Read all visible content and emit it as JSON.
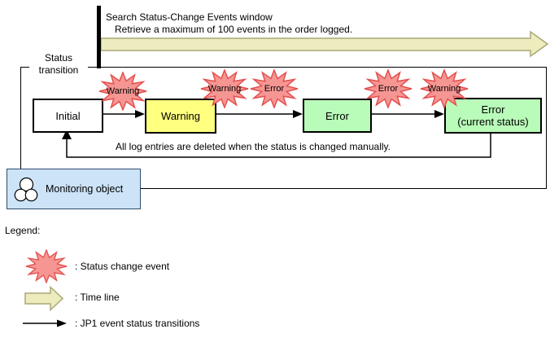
{
  "timeline": {
    "title": "Search Status-Change Events window",
    "subtitle": "Retrieve a maximum of 100 events in the order logged."
  },
  "container": {
    "label_line1": "Status",
    "label_line2": "transition"
  },
  "states": [
    {
      "name": "Initial"
    },
    {
      "name": "Warning"
    },
    {
      "name": "Error"
    },
    {
      "name": "Error",
      "name2": "(current status)"
    }
  ],
  "events": [
    {
      "label": "Warning"
    },
    {
      "label": "Warning"
    },
    {
      "label": "Error"
    },
    {
      "label": "Error"
    },
    {
      "label": "Warning"
    }
  ],
  "note": "All log entries are deleted when the status is changed manually.",
  "monitoring_object": {
    "label": "Monitoring object"
  },
  "legend": {
    "title": "Legend:",
    "items": [
      {
        "label": ": Status change event"
      },
      {
        "label": ": Time line"
      },
      {
        "label": ": JP1 event status transitions"
      }
    ]
  },
  "colors": {
    "event_fill": "#f59693",
    "event_border": "#e4504e",
    "warning_fill": "#ffff80",
    "error_fill": "#b9fbb9",
    "initial_fill": "#ffffff",
    "monitoring_fill": "#cce3f8",
    "monitoring_border": "#2e4d6b",
    "timeline_fill": "#ececbe",
    "timeline_border": "#a9a977",
    "line_color": "#000000"
  }
}
